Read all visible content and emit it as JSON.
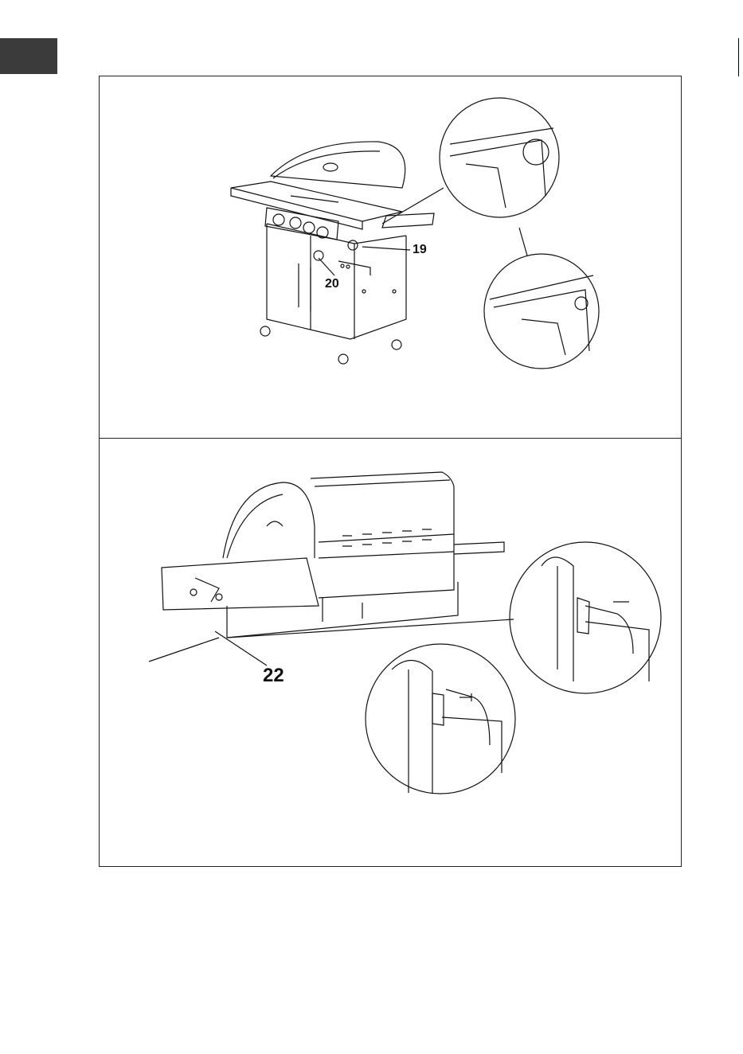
{
  "figure_top": {
    "callouts": [
      "19",
      "20"
    ]
  },
  "figure_bottom": {
    "callouts": [
      "22"
    ]
  },
  "colors": {
    "ink": "#111111",
    "tab": "#3b3b3b",
    "paper": "#ffffff"
  }
}
